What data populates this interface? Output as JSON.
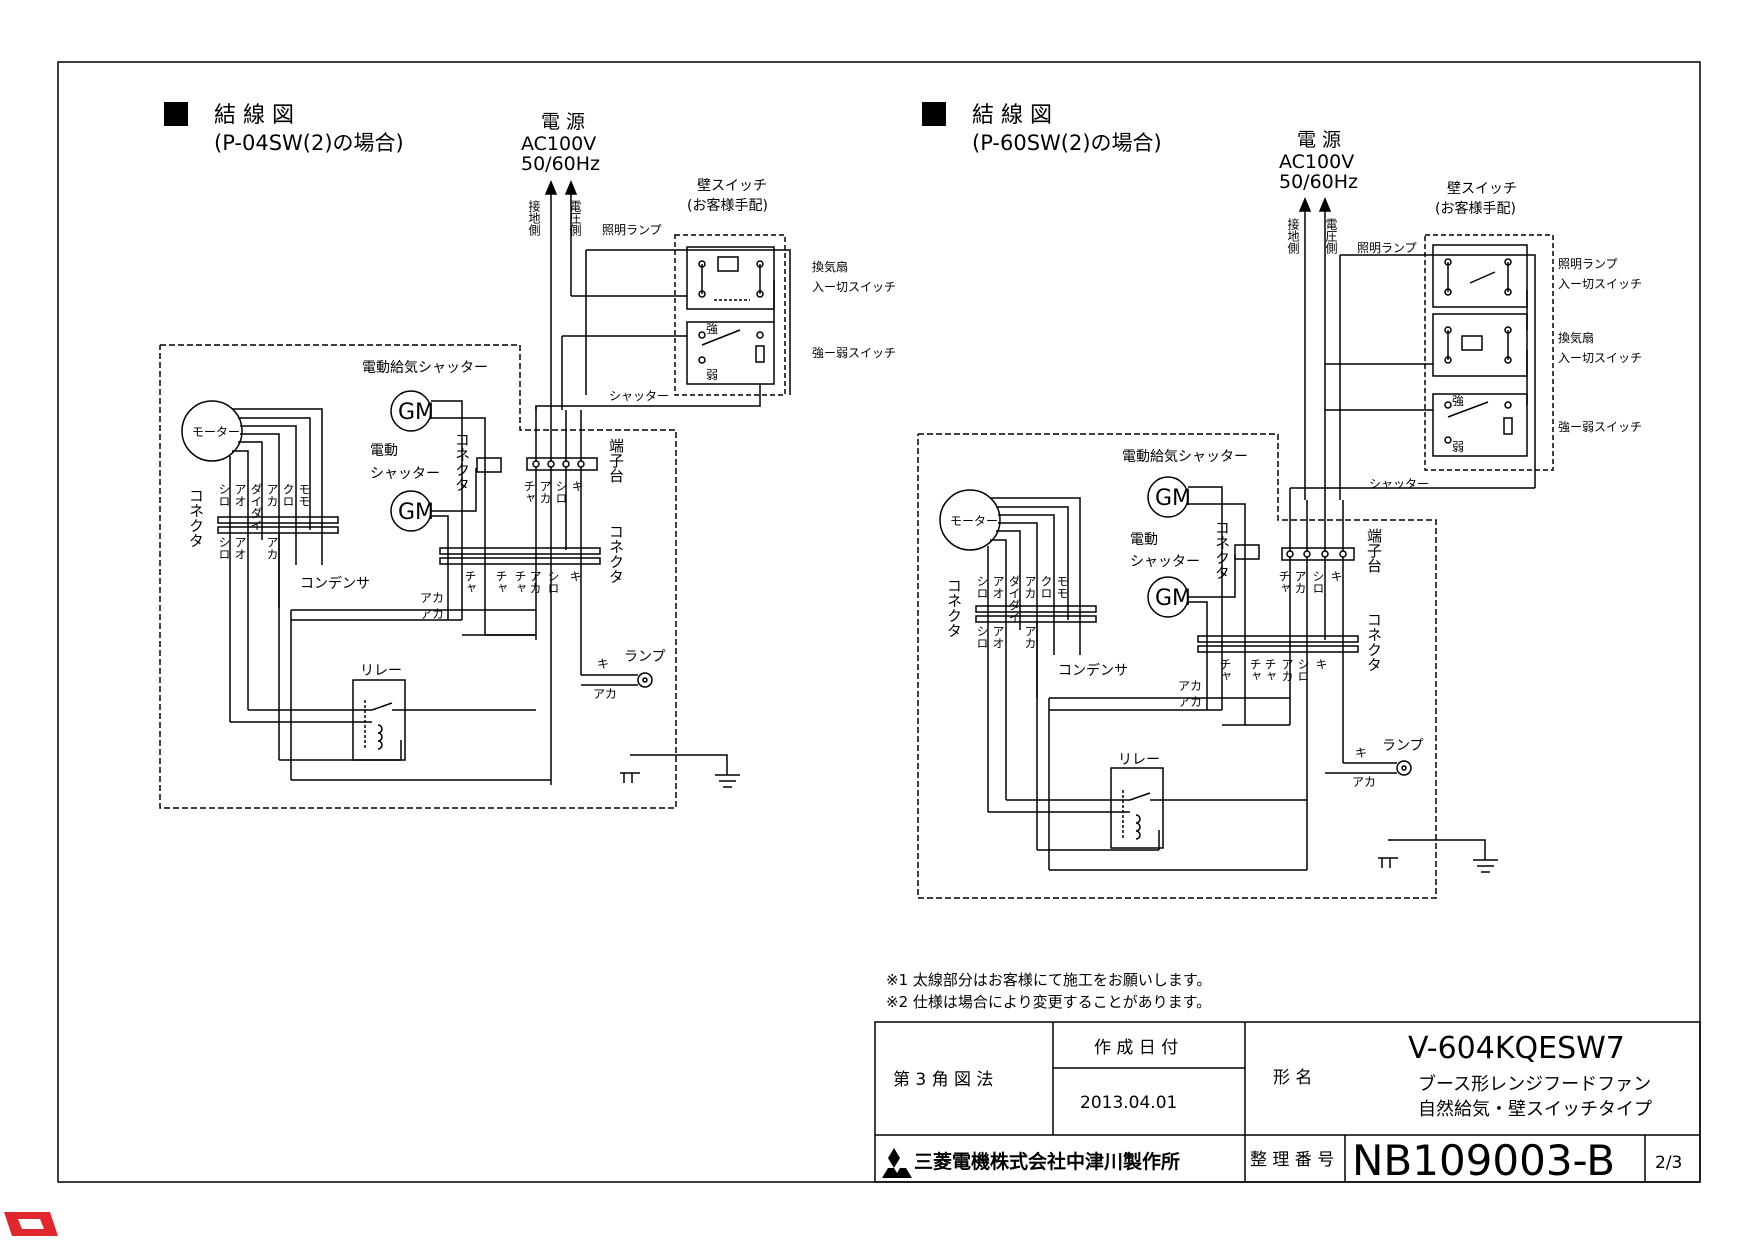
{
  "left": {
    "title": "結 線 図",
    "subtitle": "(P-04SW(2)の場合)",
    "power": [
      "電 源",
      "AC100V",
      "50/60Hz"
    ],
    "ground_side": "接地側",
    "voltage_side": "電圧側",
    "wall_switch": [
      "壁スイッチ",
      "(お客様手配)"
    ],
    "light_lamp": "照明ランプ",
    "fan_switch": [
      "換気扇",
      "入ー切スイッチ"
    ],
    "strong_weak": "強ー弱スイッチ",
    "shutter": "シャッター",
    "elec_supply_shutter": "電動給気シャッター",
    "elec_shutter": [
      "電動",
      "シャッター"
    ],
    "motor": "モーター",
    "gm": "GM",
    "connector": "コネクタ",
    "terminal": "端子台",
    "condenser": "コンデンサ",
    "relay": "リレー",
    "lamp": "ランプ",
    "strong": "強",
    "weak": "弱"
  },
  "right": {
    "title": "結 線 図",
    "subtitle": "(P-60SW(2)の場合)",
    "power": [
      "電 源",
      "AC100V",
      "50/60Hz"
    ],
    "ground_side": "接地側",
    "voltage_side": "電圧側",
    "wall_switch": [
      "壁スイッチ",
      "(お客様手配)"
    ],
    "light_lamp": "照明ランプ",
    "light_switch": [
      "照明ランプ",
      "入ー切スイッチ"
    ],
    "fan_switch": [
      "換気扇",
      "入ー切スイッチ"
    ],
    "strong_weak": "強ー弱スイッチ",
    "shutter": "シャッター",
    "elec_supply_shutter": "電動給気シャッター",
    "elec_shutter": [
      "電動",
      "シャッター"
    ],
    "motor": "モーター",
    "gm": "GM",
    "connector": "コネクタ",
    "terminal": "端子台",
    "condenser": "コンデンサ",
    "relay": "リレー",
    "lamp": "ランプ",
    "strong": "強",
    "weak": "弱"
  },
  "wire_colors": {
    "motor_top": [
      "シロ",
      "アオ",
      "ダイダイ",
      "アカ",
      "クロ",
      "モモ"
    ],
    "motor_bottom": [
      "シロ",
      "アオ",
      "アカ"
    ],
    "terminal": [
      "チャ",
      "アカ",
      "シロ",
      "キ"
    ],
    "bottom_connector": [
      "チャ",
      "チャ",
      "チャ",
      "アカ",
      "シロ",
      "キ"
    ],
    "aka": "アカ",
    "ki": "キ"
  },
  "notes": [
    "※1 太線部分はお客様にて施工をお願いします。",
    "※2 仕様は場合により変更することがあります。"
  ],
  "title_block": {
    "projection": "第 3 角 図 法",
    "date_label": "作 成 日 付",
    "date": "2013.04.01",
    "model_label": "形 名",
    "model": "V-604KQESW7",
    "desc1": "ブース形レンジフードファン",
    "desc2": "自然給気・壁スイッチタイプ",
    "company": "三菱電機株式会社中津川製作所",
    "ref_label": "整 理 番 号",
    "ref_no": "NB109003-B",
    "page": "2/3"
  }
}
